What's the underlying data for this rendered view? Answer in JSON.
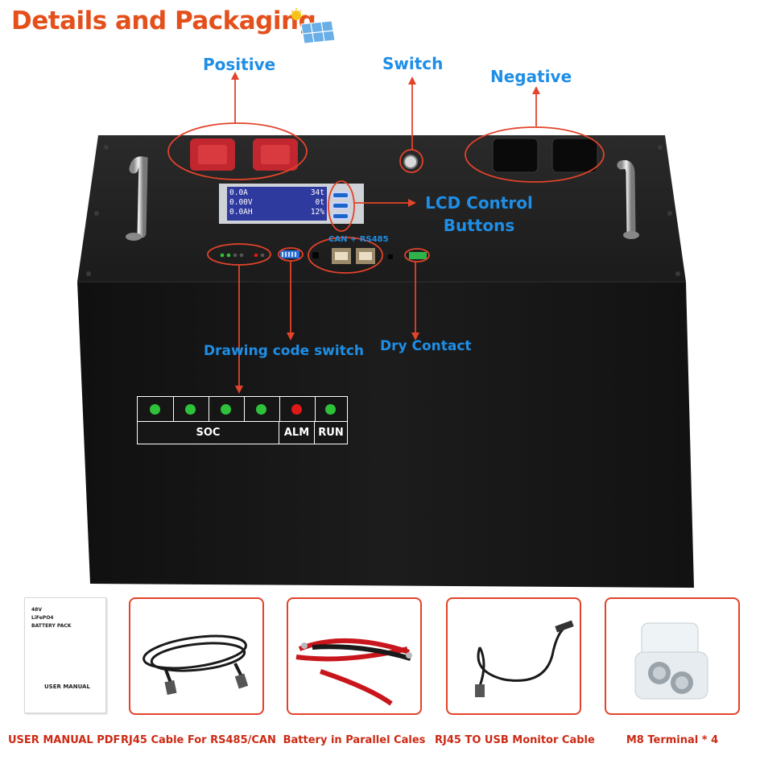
{
  "title": "Details and Packaging",
  "callouts": {
    "positive": "Positive",
    "switch": "Switch",
    "negative": "Negative",
    "lcd_line1": "LCD Control",
    "lcd_line2": "Buttons",
    "can_rs485": "CAN + RS485",
    "drawing_code_switch": "Drawing code switch",
    "dry_contact": "Dry Contact"
  },
  "lcd_readout": {
    "row1_left": "0.0A",
    "row1_right": "34t",
    "row2_left": "0.00V",
    "row2_right": "0t",
    "row3_left": "0.0AH",
    "row3_right": "12%"
  },
  "indicator_panel": {
    "soc_label": "SOC",
    "alm_label": "ALM",
    "run_label": "RUN",
    "soc_leds": [
      "green",
      "green",
      "green",
      "green"
    ],
    "alm_led": "red",
    "run_led": "green"
  },
  "accessories": [
    {
      "caption": "USER MANUAL PDF",
      "manual_lines": [
        "48V",
        "LiFePO4",
        "BATTERY PACK"
      ],
      "manual_title": "USER MANUAL"
    },
    {
      "caption": "RJ45 Cable For RS485/CAN"
    },
    {
      "caption": "Battery in Parallel Cales"
    },
    {
      "caption": "RJ45 TO USB Monitor Cable"
    },
    {
      "caption": "M8 Terminal * 4"
    }
  ],
  "colors": {
    "title": "#e4501c",
    "callout": "#1e8ee6",
    "annotation_red": "#e2432a",
    "battery_body": "#161616",
    "led_green": "#2ec23a",
    "led_red": "#e01818"
  }
}
